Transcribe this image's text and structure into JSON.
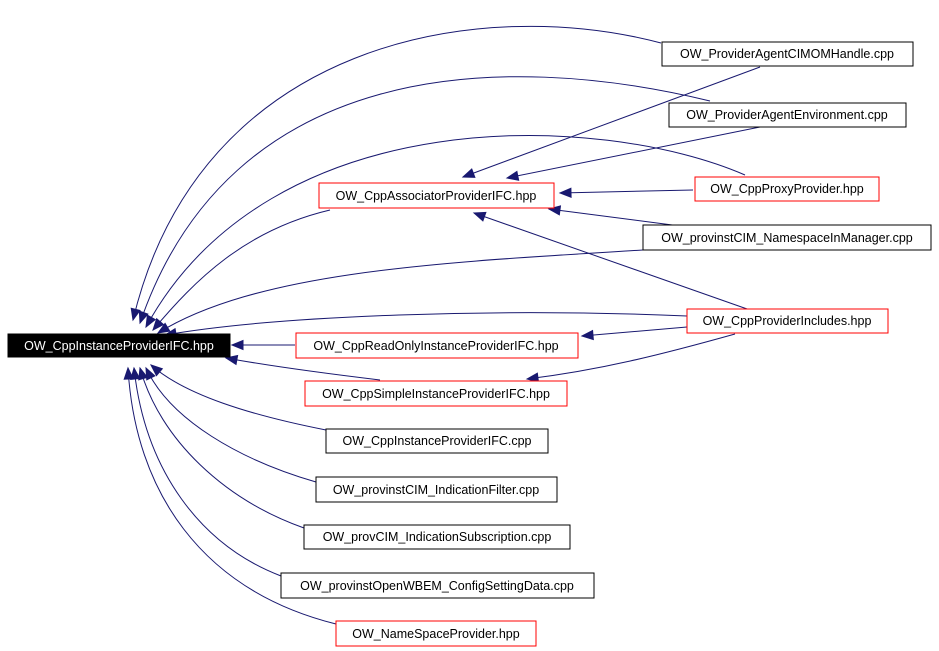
{
  "colors": {
    "edge": "#191970",
    "root_fill": "#000000",
    "root_text": "#ffffff",
    "linked_border": "#ff0000",
    "plain_border": "#000000",
    "text": "#000000"
  },
  "nodes": {
    "root": {
      "label": "OW_CppInstanceProviderIFC.hpp",
      "kind": "root"
    },
    "agent_cimom": {
      "label": "OW_ProviderAgentCIMOMHandle.cpp",
      "kind": "plain"
    },
    "agent_env": {
      "label": "OW_ProviderAgentEnvironment.cpp",
      "kind": "plain"
    },
    "associator": {
      "label": "OW_CppAssociatorProviderIFC.hpp",
      "kind": "linked"
    },
    "proxy": {
      "label": "OW_CppProxyProvider.hpp",
      "kind": "linked"
    },
    "ns_manager": {
      "label": "OW_provinstCIM_NamespaceInManager.cpp",
      "kind": "plain"
    },
    "includes": {
      "label": "OW_CppProviderIncludes.hpp",
      "kind": "linked"
    },
    "readonly": {
      "label": "OW_CppReadOnlyInstanceProviderIFC.hpp",
      "kind": "linked"
    },
    "simple": {
      "label": "OW_CppSimpleInstanceProviderIFC.hpp",
      "kind": "linked"
    },
    "instance_cpp": {
      "label": "OW_CppInstanceProviderIFC.cpp",
      "kind": "plain"
    },
    "ind_filter": {
      "label": "OW_provinstCIM_IndicationFilter.cpp",
      "kind": "plain"
    },
    "ind_sub": {
      "label": "OW_provCIM_IndicationSubscription.cpp",
      "kind": "plain"
    },
    "config": {
      "label": "OW_provinstOpenWBEM_ConfigSettingData.cpp",
      "kind": "plain"
    },
    "namespace_prov": {
      "label": "OW_NameSpaceProvider.hpp",
      "kind": "linked"
    }
  },
  "edges": [
    {
      "from": "agent_cimom",
      "to": "root"
    },
    {
      "from": "agent_env",
      "to": "root"
    },
    {
      "from": "proxy",
      "to": "root"
    },
    {
      "from": "associator",
      "to": "root"
    },
    {
      "from": "ns_manager",
      "to": "root"
    },
    {
      "from": "includes",
      "to": "root"
    },
    {
      "from": "readonly",
      "to": "root"
    },
    {
      "from": "simple",
      "to": "root"
    },
    {
      "from": "instance_cpp",
      "to": "root"
    },
    {
      "from": "ind_filter",
      "to": "root"
    },
    {
      "from": "ind_sub",
      "to": "root"
    },
    {
      "from": "config",
      "to": "root"
    },
    {
      "from": "namespace_prov",
      "to": "root"
    },
    {
      "from": "agent_cimom",
      "to": "associator"
    },
    {
      "from": "agent_env",
      "to": "associator"
    },
    {
      "from": "proxy",
      "to": "associator"
    },
    {
      "from": "ns_manager",
      "to": "associator"
    },
    {
      "from": "includes",
      "to": "associator"
    },
    {
      "from": "includes",
      "to": "readonly"
    },
    {
      "from": "includes",
      "to": "simple"
    }
  ]
}
